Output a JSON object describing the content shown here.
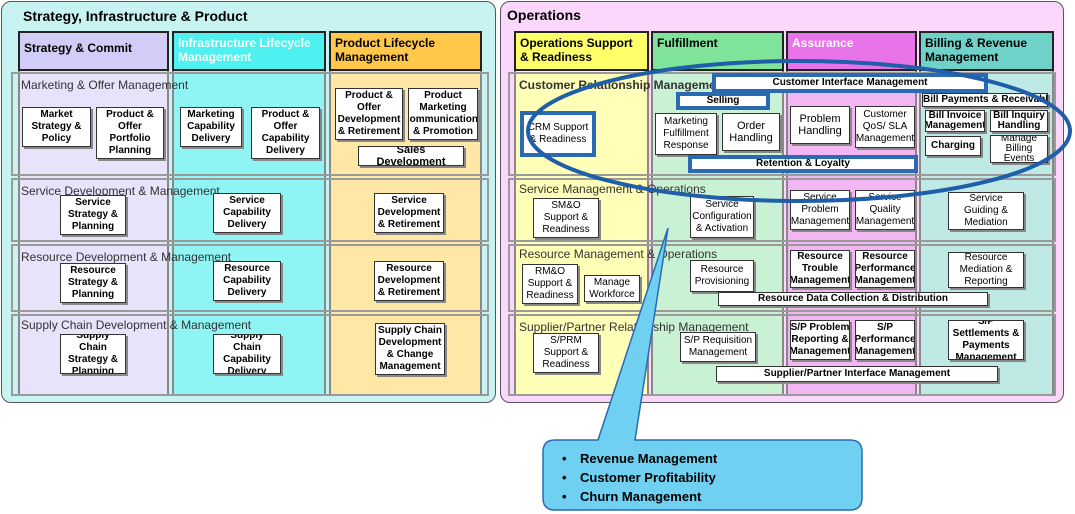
{
  "colors": {
    "sip_panel": "#c8f3f3",
    "ops_panel": "#fbd7fb",
    "strategy_col": "#e6e3fb",
    "infra_col": "#8ff4f4",
    "plm_col": "#ffe7a6",
    "osr_col": "#ffffb8",
    "fulfillment_col": "#c9f1d4",
    "assurance_col": "#f2b6f2",
    "billing_col": "#bfe9e4",
    "highlight_blue": "#1f5ea8",
    "callout_fill": "#6fd0f2"
  },
  "sip": {
    "title": "Strategy, Infrastructure & Product",
    "columns": [
      "Strategy & Commit",
      "Infrastructure Lifecycle Management",
      "Product Lifecycle Management"
    ],
    "rows": [
      "Marketing & Offer Management",
      "Service Development  & Management",
      "Resource Development  & Management",
      "Supply Chain Development  & Management"
    ],
    "boxes": {
      "market_strategy": "Market Strategy & Policy",
      "product_offer_planning": "Product & Offer Portfolio Planning",
      "marketing_capability": "Marketing Capability Delivery",
      "product_offer_capability": "Product & Offer Capability Delivery",
      "product_offer_dev": "Product & Offer Development & Retirement",
      "product_marketing_comm": "Product Marketing Communications & Promotion",
      "sales_development": "Sales Development",
      "service_strategy": "Service Strategy & Planning",
      "service_capability": "Service Capability Delivery",
      "service_dev_retirement": "Service Development & Retirement",
      "resource_strategy": "Resource Strategy & Planning",
      "resource_capability": "Resource Capability Delivery",
      "resource_dev_retirement": "Resource Development & Retirement",
      "supply_chain_strategy": "Supply Chain Strategy & Planning",
      "supply_chain_capability": "Supply Chain Capability Delivery",
      "supply_chain_dev": "Supply Chain Development & Change Management"
    }
  },
  "ops": {
    "title": "Operations",
    "columns": [
      "Operations Support & Readiness",
      "Fulfillment",
      "Assurance",
      "Billing  & Revenue Management"
    ],
    "rows": [
      "Customer Relationship Management",
      "Service Management  & Operations",
      "Resource Management  & Operations",
      "Supplier/Partner Relationship  Management"
    ],
    "boxes": {
      "customer_interface": "Customer Interface Management",
      "selling": "Selling",
      "bill_payments": "Bill Payments & Receivables Mgt.",
      "crm_support": "CRM Support & Readiness",
      "marketing_fulfillment": "Marketing Fulfillment Response",
      "order_handling": "Order Handling",
      "problem_handling": "Problem Handling",
      "customer_qos": "Customer QoS/ SLA Management",
      "bill_invoice": "Bill Invoice Management",
      "bill_inquiry": "Bill Inquiry Handling",
      "charging": "Charging",
      "manage_billing_events": "Manage Billing Events",
      "retention_loyalty": "Retention & Loyalty",
      "smo_support": "SM&O Support & Readiness",
      "service_config": "Service Configuration & Activation",
      "service_problem": "Service Problem Management",
      "service_quality": "Service Quality Management",
      "service_guiding": "Service Guiding & Mediation",
      "rmo_support": "RM&O Support & Readiness",
      "manage_workforce": "Manage Workforce",
      "resource_provisioning": "Resource Provisioning",
      "resource_trouble": "Resource Trouble Management",
      "resource_performance": "Resource Performance Management",
      "resource_mediation": "Resource Mediation & Reporting",
      "resource_data_collection": "Resource Data Collection & Distribution",
      "sprm_support": "S/PRM Support & Readiness",
      "sp_requisition": "S/P Requisition Management",
      "sp_problem": "S/P Problem Reporting & Management",
      "sp_performance": "S/P Performance Management",
      "sp_settlements": "S/P Settlements & Payments Management",
      "sp_interface": "Supplier/Partner Interface Management"
    }
  },
  "callout": {
    "items": [
      "Revenue Management",
      "Customer Profitability",
      "Churn Management"
    ]
  }
}
